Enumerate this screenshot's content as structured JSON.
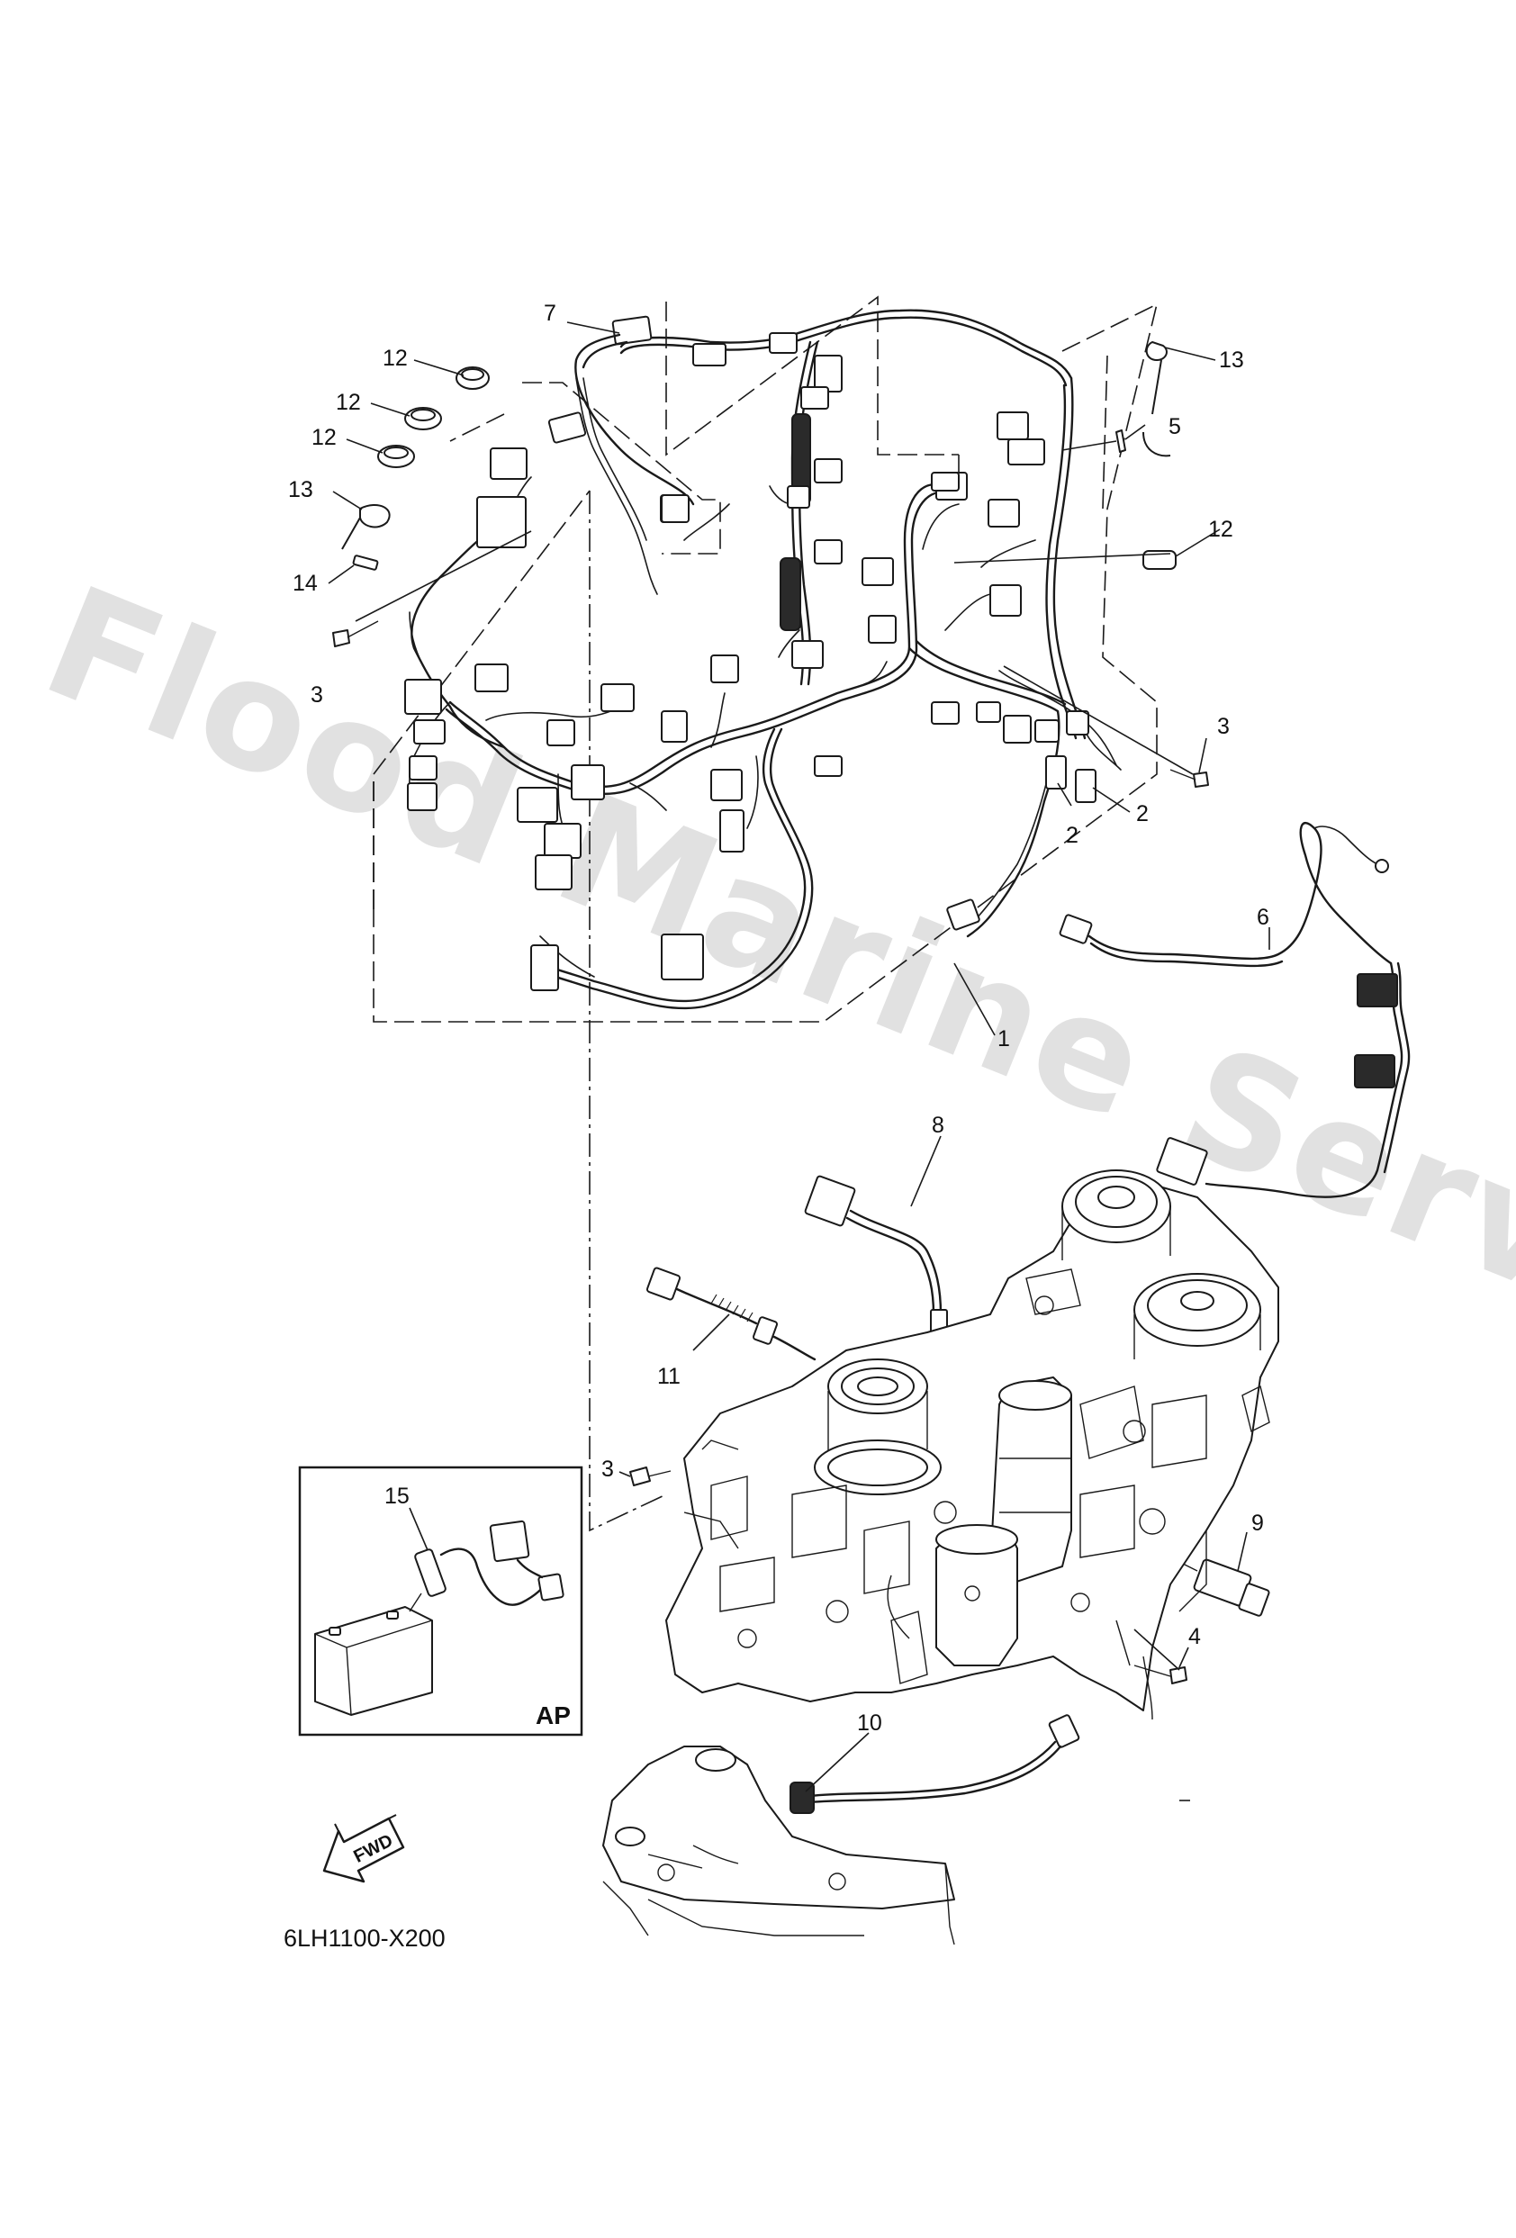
{
  "diagram": {
    "drawing_code": "6LH1100-X200",
    "inset_label": "AP",
    "direction_label": "FWD",
    "watermark": "Flood Marine Services",
    "callouts": {
      "c1": "1",
      "c2a": "2",
      "c2b": "2",
      "c3a": "3",
      "c3b": "3",
      "c3c": "3",
      "c4": "4",
      "c5": "5",
      "c6": "6",
      "c7": "7",
      "c8": "8",
      "c9": "9",
      "c10": "10",
      "c11": "11",
      "c12a": "12",
      "c12b": "12",
      "c12c": "12",
      "c12d": "12",
      "c13a": "13",
      "c13b": "13",
      "c14": "14",
      "c15": "15"
    }
  }
}
